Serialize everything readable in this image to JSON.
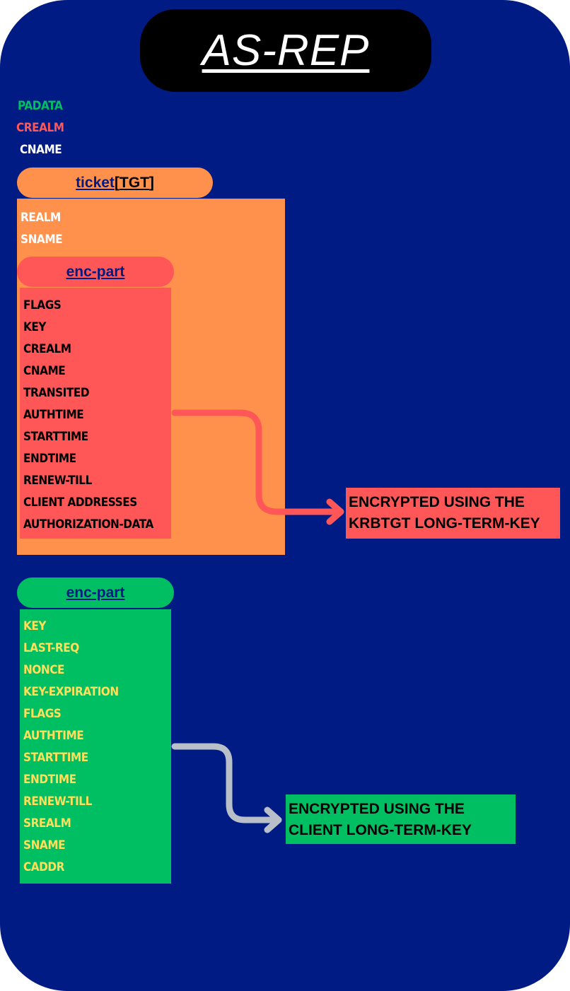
{
  "title": "AS-REP",
  "top_fields": [
    {
      "label": "PADATA",
      "color": "#00bf63"
    },
    {
      "label": "CREALM",
      "color": "#ff5757"
    },
    {
      "label": "CNAME",
      "color": "#ffffff"
    }
  ],
  "ticket": {
    "header_main": "ticket",
    "header_bracket_open": "[",
    "header_bracket_text": "TGT",
    "header_bracket_close": "]",
    "fields": [
      "REALM",
      "SNAME"
    ],
    "enc_part": {
      "header": "enc-part",
      "fields": [
        "FLAGS",
        "KEY",
        "CREALM",
        "CNAME",
        "TRANSITED",
        "AUTHTIME",
        "STARTTIME",
        "ENDTIME",
        "RENEW-TILL",
        "CLIENT ADDRESSES",
        "AUTHORIZATION-DATA"
      ],
      "note_line1": "ENCRYPTED USING THE",
      "note_line2": "KRBTGT LONG-TERM-KEY"
    }
  },
  "enc_part": {
    "header": "enc-part",
    "fields": [
      "KEY",
      "LAST-REQ",
      "NONCE",
      "KEY-EXPIRATION",
      "FLAGS",
      "AUTHTIME",
      "STARTTIME",
      "ENDTIME",
      "RENEW-TILL",
      "SREALM",
      "SNAME",
      "CADDR"
    ],
    "note_line1": "ENCRYPTED USING THE",
    "note_line2": "CLIENT LONG-TERM-KEY"
  },
  "colors": {
    "background": "#001b84",
    "ticket": "#ff914d",
    "ticket_enc": "#ff5757",
    "enc": "#00bf63",
    "enc_text": "#ffde59",
    "arrow_grey": "#b8bfc9"
  }
}
